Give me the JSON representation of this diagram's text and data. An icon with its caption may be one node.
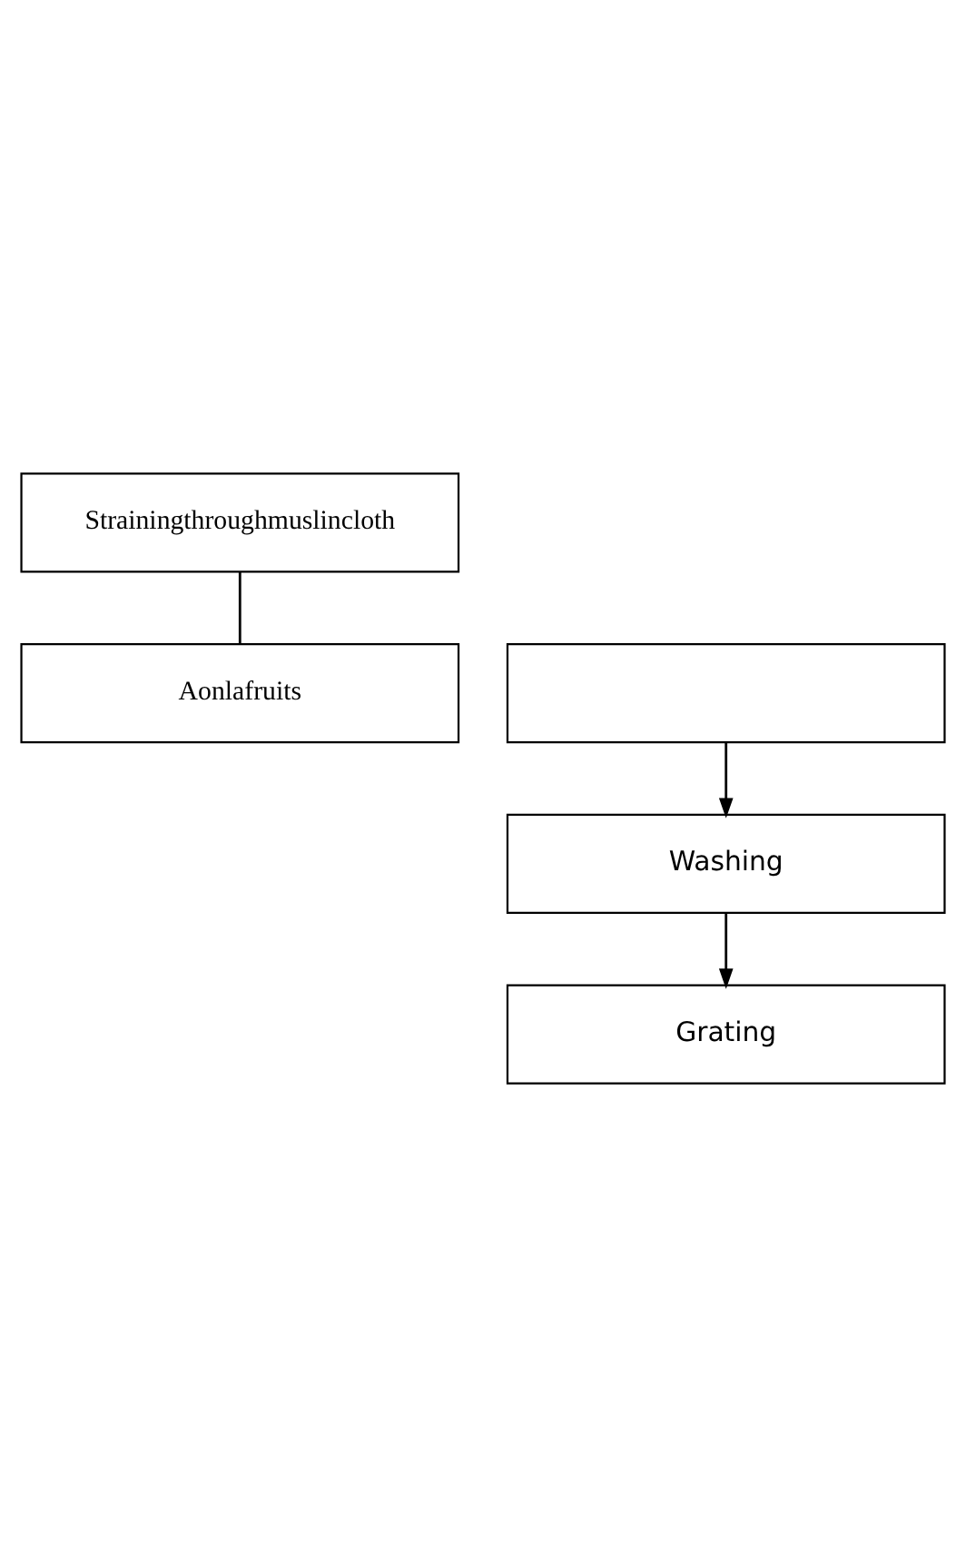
{
  "diagram": {
    "nodes": [
      {
        "text": [
          "Strainingthroughmuslincloth"
        ]
      },
      {
        "text": [],
        "shape": "box"
      },
      {
        "text": [
          "Aonlafruits"
        ]
      },
      {
        "text": [
          "Washing"
        ]
      },
      {
        "text": [
          "Grating"
        ]
      }
    ],
    "edges": [
      {
        "from": 0,
        "to": 2,
        "arrow": "none"
      },
      {
        "from": 1,
        "to": 3,
        "arrow": "to"
      },
      {
        "from": 3,
        "to": 4,
        "arrow": "to"
      }
    ]
  }
}
